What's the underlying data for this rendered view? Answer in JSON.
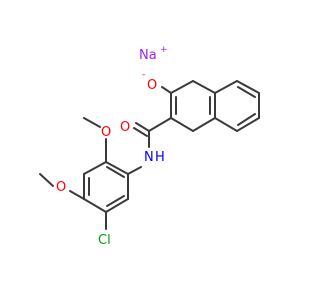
{
  "molecule": {
    "atoms": {
      "sodium": "Na",
      "sodium_charge": "+",
      "oxide_oxygen": "O",
      "oxide_charge": "-",
      "carbonyl_oxygen": "O",
      "amide_nitrogen": "N",
      "amide_hydrogen": "H",
      "methoxy_oxygen_top": "O",
      "methoxy_oxygen_left": "O",
      "chlorine": "Cl"
    },
    "colors": {
      "bond": "#3a3a3a",
      "oxygen": "#ff0000",
      "nitrogen": "#0000ff",
      "chlorine": "#00a000",
      "sodium": "#a020f0"
    }
  }
}
